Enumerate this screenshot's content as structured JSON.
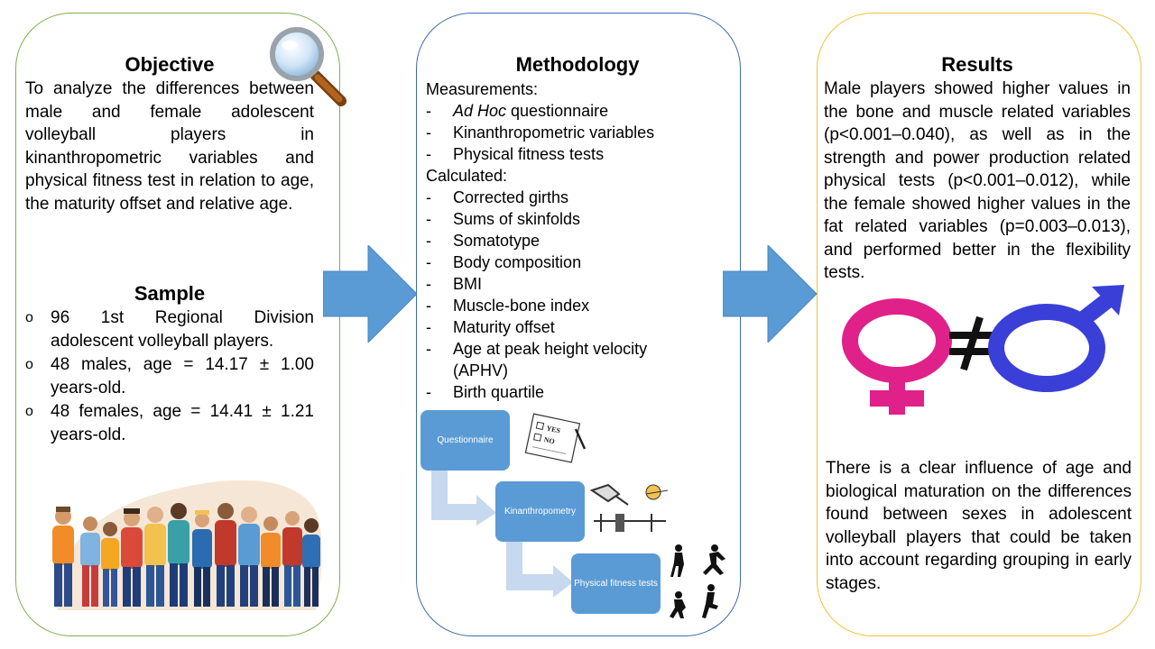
{
  "objective": {
    "title": "Objective",
    "text": "To analyze the differences between male and female adolescent volleyball players in kinanthropometric variables and physical fitness test in relation to age, the maturity offset and relative age."
  },
  "sample": {
    "title": "Sample",
    "items": [
      "96 1st Regional Division adolescent volleyball players.",
      "48 males, age = 14.17 ± 1.00 years-old.",
      "48 females, age = 14.41 ± 1.21 years-old."
    ]
  },
  "methodology": {
    "title": "Methodology",
    "measurements_label": "Measurements:",
    "measurements": [
      {
        "italic": "Ad Hoc",
        "rest": " questionnaire"
      },
      {
        "italic": "",
        "rest": "Kinanthropometric variables"
      },
      {
        "italic": "",
        "rest": "Physical fitness tests"
      }
    ],
    "calculated_label": "Calculated:",
    "calculated": [
      "Corrected girths",
      "Sums of skinfolds",
      "Somatotype",
      "Body composition",
      "BMI",
      "Muscle-bone index",
      "Maturity offset",
      "Age at peak height velocity (APHV)",
      "Birth quartile"
    ],
    "flow": {
      "box1": "Questionnaire",
      "box2": "Kinanthropometry",
      "box3": "Physical fitness tests",
      "checklist_yes": "YES",
      "checklist_no": "NO"
    }
  },
  "results": {
    "title": "Results",
    "text1": "Male players showed higher values in the bone and muscle related variables (p<0.001–0.040), as well as in the strength and power production related physical tests (p<0.001–0.012), while the female showed higher values in the fat related variables (p=0.003–0.013), and performed better in the flexibility tests.",
    "text2": "There is a clear influence of age and biological maturation on the differences found between sexes in adolescent volleyball players that could be taken into account regarding grouping in early stages."
  },
  "colors": {
    "objective_border": "#7fb04f",
    "methodology_border": "#3e6ab0",
    "results_border": "#f0c23a",
    "arrow": "#5b9bd5",
    "female_symbol": "#e0218a",
    "male_symbol": "#3a3fd8"
  },
  "icons": {
    "magnifier": "magnifier-icon",
    "people": "people-group-illustration",
    "checklist": "checklist-icon",
    "tools": "anthropometry-tools-icon",
    "athletes": "athlete-silhouettes-icon",
    "gender": "female-not-equal-male-icon"
  }
}
